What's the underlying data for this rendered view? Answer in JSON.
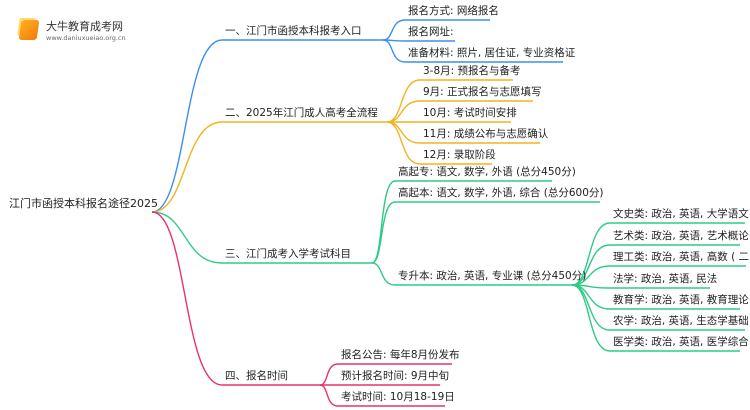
{
  "logo": {
    "name": "大牛教育成考网",
    "url": "www.daniuxueiao.org.cn"
  },
  "root": {
    "label": "江门市函授本科报名途径2025"
  },
  "colors": {
    "b1": "#3b8ff0",
    "b2": "#f3b21f",
    "b3": "#2fcb86",
    "b4": "#e8336b"
  },
  "branches": [
    {
      "label": "一、江门市函授本科报考入口",
      "children": [
        {
          "label": "报名方式: 网络报名"
        },
        {
          "label": "报名网址:"
        },
        {
          "label": "准备材料: 照片, 居住证, 专业资格证"
        }
      ]
    },
    {
      "label": "二、2025年江门成人高考全流程",
      "children": [
        {
          "label": "3-8月: 预报名与备考"
        },
        {
          "label": "9月: 正式报名与志愿填写"
        },
        {
          "label": "10月: 考试时间安排"
        },
        {
          "label": "11月: 成绩公布与志愿确认"
        },
        {
          "label": "12月: 录取阶段"
        }
      ]
    },
    {
      "label": "三、江门成考入学考试科目",
      "children": [
        {
          "label": "高起专: 语文, 数学, 外语 (总分450分)"
        },
        {
          "label": "高起本: 语文, 数学, 外语, 综合 (总分600分)"
        },
        {
          "label": "专升本: 政治, 英语, 专业课 (总分450分)",
          "children": [
            {
              "label": "文史类: 政治, 英语, 大学语文"
            },
            {
              "label": "艺术类: 政治, 英语, 艺术概论"
            },
            {
              "label": "理工类: 政治, 英语, 高数 ( 二 )"
            },
            {
              "label": "法学: 政治, 英语, 民法"
            },
            {
              "label": "教育学: 政治, 英语, 教育理论"
            },
            {
              "label": "农学: 政治, 英语, 生态学基础"
            },
            {
              "label": "医学类: 政治, 英语, 医学综合"
            }
          ]
        }
      ]
    },
    {
      "label": "四、报名时间",
      "children": [
        {
          "label": "报名公告: 每年8月份发布"
        },
        {
          "label": "预计报名时间: 9月中旬"
        },
        {
          "label": "考试时间: 10月18-19日"
        }
      ]
    }
  ]
}
